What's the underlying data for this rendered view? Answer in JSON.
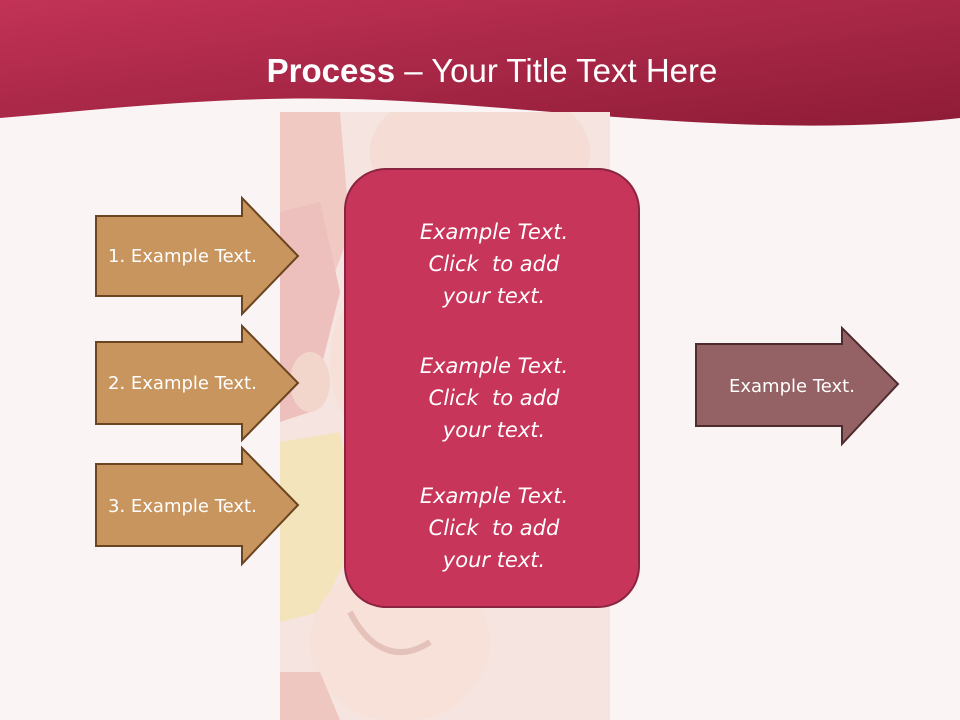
{
  "slide": {
    "title_bold": "Process",
    "title_rest": " – Your Title Text Here"
  },
  "left_arrows": [
    {
      "label": "1. Example Text."
    },
    {
      "label": "2. Example Text."
    },
    {
      "label": "3. Example Text."
    }
  ],
  "center_box": {
    "items": [
      {
        "text": "Example Text.\nClick  to add\nyour text."
      },
      {
        "text": "Example Text.\nClick  to add\nyour text."
      },
      {
        "text": "Example Text.\nClick  to add\nyour text."
      }
    ]
  },
  "right_arrow": {
    "label": "Example Text."
  },
  "colors": {
    "header": "#a8203f",
    "left_arrow_fill": "#c8955e",
    "left_arrow_border": "#6b4420",
    "center_fill": "#c8355a",
    "right_arrow_fill": "#946264"
  }
}
